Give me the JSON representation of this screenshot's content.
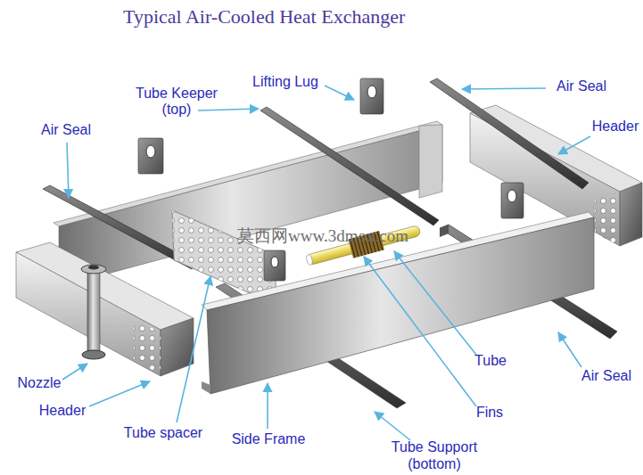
{
  "diagram": {
    "title": "Typical Air-Cooled Heat Exchanger",
    "labels": [
      "Lifting Lug",
      "Air Seal",
      "Tube Keeper (top)",
      "Header",
      "Air Seal",
      "莫西网www.3dmox.com",
      "Tube",
      "Air Seal",
      "Nozzle",
      "Header",
      "Fins",
      "Tube spacer",
      "Side Frame",
      "Tube Support (bottom)"
    ]
  }
}
